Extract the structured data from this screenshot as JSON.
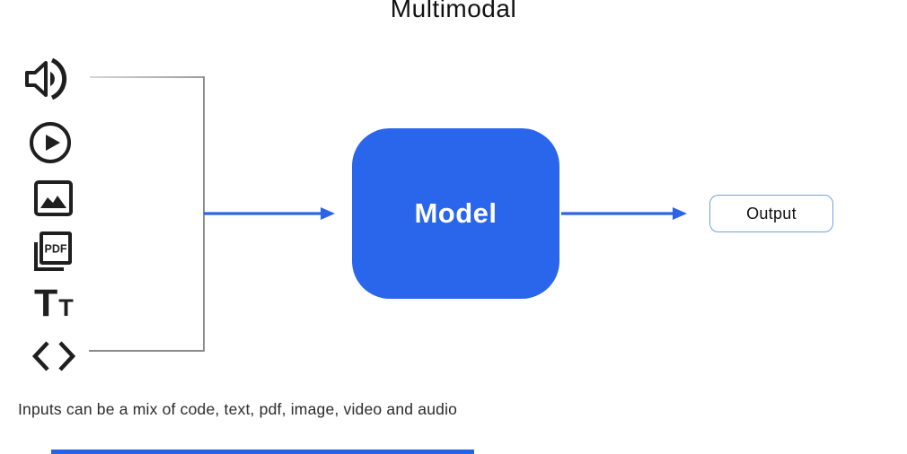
{
  "title": "Multimodal",
  "caption": "Inputs can be a mix of code, text, pdf, image, video and audio",
  "input_icons": [
    {
      "name": "audio-icon",
      "meaning": "audio"
    },
    {
      "name": "video-icon",
      "meaning": "video"
    },
    {
      "name": "image-icon",
      "meaning": "image"
    },
    {
      "name": "pdf-icon",
      "meaning": "pdf",
      "text": "PDF"
    },
    {
      "name": "text-icon",
      "meaning": "text",
      "text_large": "T",
      "text_small": "T"
    },
    {
      "name": "code-icon",
      "meaning": "code"
    }
  ],
  "model_box": {
    "label": "Model",
    "fill": "#2A66EC",
    "text_color": "#FFFFFF"
  },
  "output_box": {
    "label": "Output",
    "border_color": "#73A1E3"
  },
  "arrows": {
    "color": "#2B64E8"
  },
  "bracket": {
    "color": "#8A8A8A"
  },
  "progress_bar": {
    "color": "#2563EB"
  },
  "colors": {
    "icon": "#1F1F1F",
    "title": "#111111",
    "caption": "#2B2B2B",
    "background": "#FFFFFF"
  }
}
